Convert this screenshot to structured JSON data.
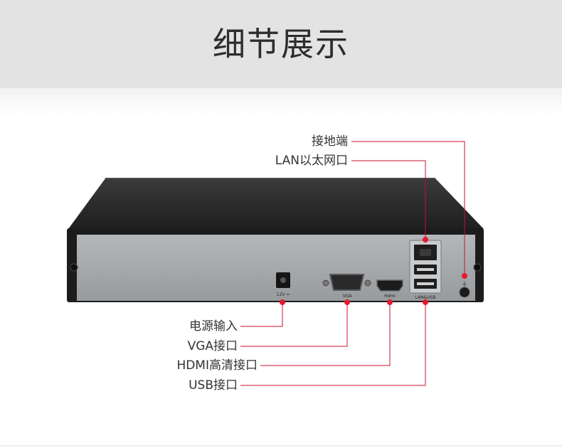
{
  "header": {
    "title": "细节展示"
  },
  "callouts": {
    "ground": "接地端",
    "lan": "LAN以太网口",
    "power": "电源输入",
    "vga": "VGA接口",
    "hdmi": "HDMI高清接口",
    "usb": "USB接口"
  },
  "panel_marks": {
    "power_rating": "12V ⎓",
    "vga": "VGA",
    "hdmi": "Hdmi",
    "lan_usb": "LAN&USB"
  },
  "colors": {
    "banner": "#e3e3e3",
    "callout_line": "#c8102e",
    "callout_dot": "#e8192c",
    "device_body": "#262626",
    "rear_panel": "#a4a7aa"
  }
}
